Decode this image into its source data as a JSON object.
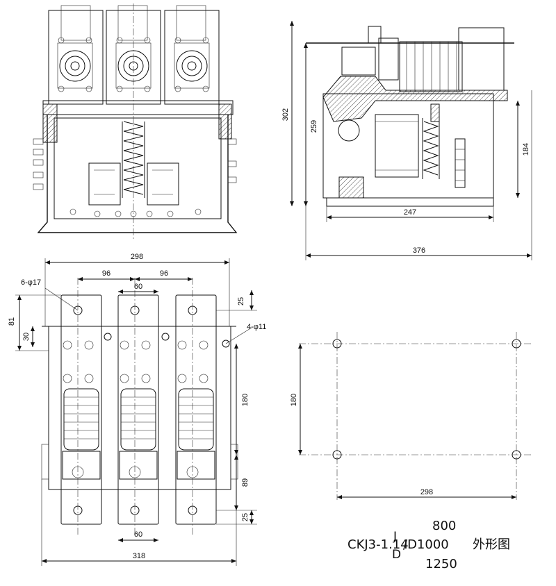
{
  "dimensions": {
    "side_height_total": "302",
    "side_height_mid": "259",
    "side_height_right": "184",
    "side_width_inner": "247",
    "side_width_total": "376",
    "top_width": "298",
    "pitch_left": "96",
    "pitch_right": "96",
    "terminal_width_top": "60",
    "terminal_width_bottom": "60",
    "hole_label_large": "6-φ17",
    "hole_label_small": "4-φ11",
    "edge_top": "25",
    "edge_bottom": "25",
    "depth_81": "81",
    "depth_30": "30",
    "span_180": "180",
    "span_89": "89",
    "overall_width_318": "318",
    "mount_height": "180",
    "mount_width": "298"
  },
  "title": {
    "model": "CKJ3-1.14",
    "sub_j": "J",
    "sub_d": "D",
    "rating_top": "800",
    "rating_mid": "/D1000",
    "rating_bottom": "1250",
    "caption": "外形图"
  }
}
